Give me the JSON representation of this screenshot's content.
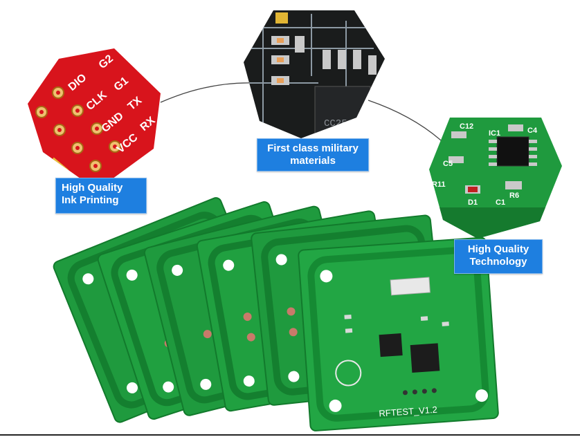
{
  "labels": {
    "ink_printing": [
      "High Quality",
      "Ink Printing"
    ],
    "military_materials": [
      "First class military",
      "materials"
    ],
    "technology": [
      "High Quality",
      "Technology"
    ]
  },
  "pin_labels": [
    "DIO",
    "G2",
    "CLK",
    "G1",
    "GND",
    "TX",
    "VCC",
    "RX"
  ],
  "chip_label": "CC25",
  "component_labels": [
    "C12",
    "IC1",
    "C4",
    "C5",
    "R11",
    "D1",
    "C1",
    "R6"
  ],
  "board_label": "RFTEST_V1.2",
  "colors": {
    "label_blue": "#1e7fe0",
    "red_pcb": "#d8141c",
    "dark_pcb": "#1a1c1c",
    "green_pcb": "#1f9a3e",
    "gold_pad": "#d9a441"
  }
}
